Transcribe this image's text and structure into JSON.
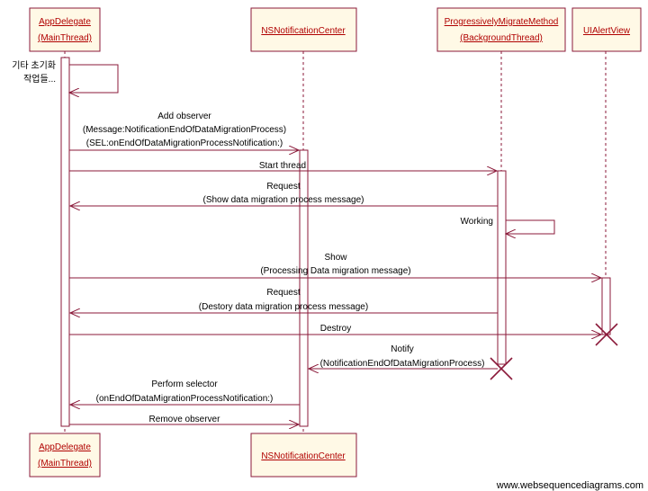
{
  "colors": {
    "line": "#8b1a3a",
    "box_fill": "#fff9e6",
    "header_text": "#b00000",
    "destroy": "#8b1a3a"
  },
  "participants": {
    "app_delegate": {
      "line1": "AppDelegate",
      "line2": "(MainThread)"
    },
    "notification_center": {
      "line1": "NSNotificationCenter"
    },
    "migrate_method": {
      "line1": "ProgressivelyMigrateMethod",
      "line2": "(BackgroundThread)"
    },
    "alert_view": {
      "line1": "UIAlertView"
    }
  },
  "messages": {
    "init_line1": "기타 초기화",
    "init_line2": "작업들...",
    "add_observer_line1": "Add observer",
    "add_observer_line2": "(Message:NotificationEndOfDataMigrationProcess)",
    "add_observer_line3": "(SEL:onEndOfDataMigrationProcessNotification:)",
    "start_thread": "Start thread",
    "request1_line1": "Request",
    "request1_line2": "(Show data migration process message)",
    "working": "Working",
    "show_line1": "Show",
    "show_line2": "(Processing Data migration message)",
    "request2_line1": "Request",
    "request2_line2": "(Destory data migration process message)",
    "destroy": "Destroy",
    "notify_line1": "Notify",
    "notify_line2": "(NotificationEndOfDataMigrationProcess)",
    "perform_line1": "Perform selector",
    "perform_line2": "(onEndOfDataMigrationProcessNotification:)",
    "remove_observer": "Remove observer"
  },
  "watermark": "www.websequencediagrams.com"
}
